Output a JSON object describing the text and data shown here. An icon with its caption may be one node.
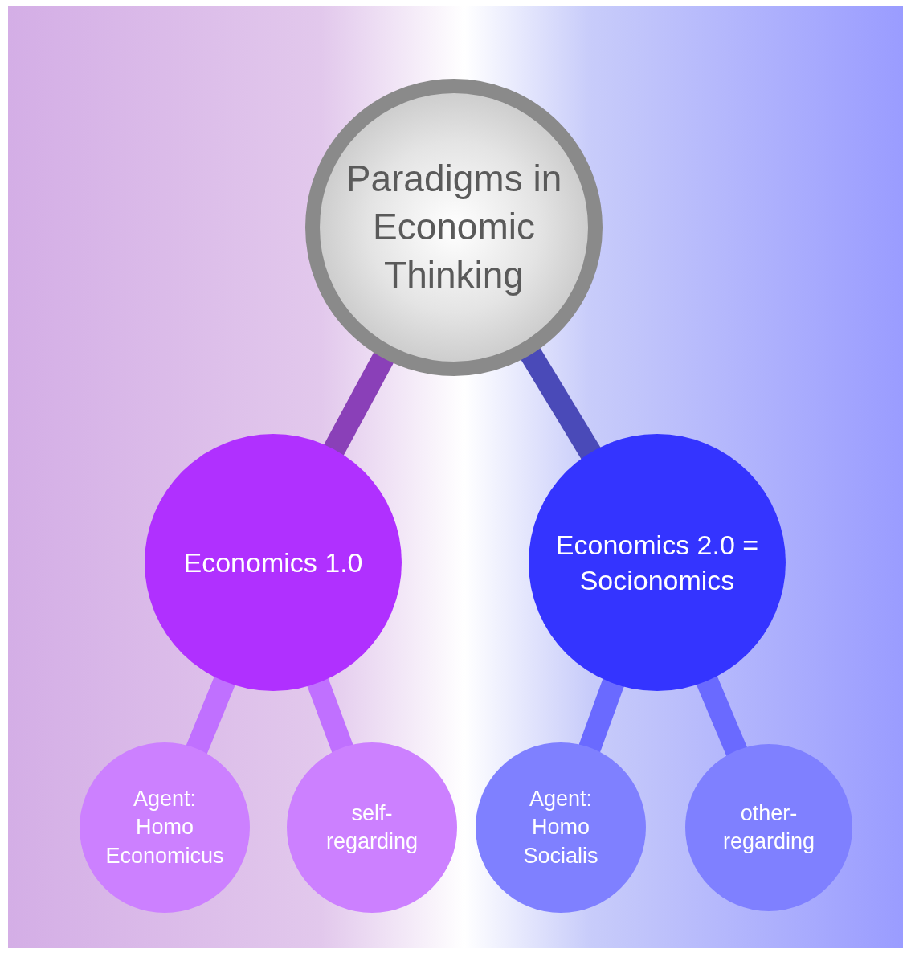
{
  "diagram": {
    "nodes": [
      {
        "text": [
          "Paradigms in Economic Thinking"
        ]
      },
      {
        "text": [
          "Economics 1.0"
        ]
      },
      {
        "text": [
          "Economics 2.0 = Socionomics"
        ]
      },
      {
        "text": [
          "Agent: Homo Economicus"
        ]
      },
      {
        "text": [
          "self-regarding"
        ]
      },
      {
        "text": [
          "Agent: Homo Socialis"
        ]
      },
      {
        "text": [
          "other-regarding"
        ]
      }
    ],
    "edges": [
      {
        "from": 0,
        "to": 1,
        "arrow": "none",
        "color": "#8a40b8"
      },
      {
        "from": 0,
        "to": 2,
        "arrow": "none",
        "color": "#4a4ab8"
      },
      {
        "from": 1,
        "to": 3,
        "arrow": "none",
        "color": "#c070ff"
      },
      {
        "from": 1,
        "to": 4,
        "arrow": "none",
        "color": "#c070ff"
      },
      {
        "from": 2,
        "to": 5,
        "arrow": "none",
        "color": "#6a6aff"
      },
      {
        "from": 2,
        "to": 6,
        "arrow": "none",
        "color": "#6a6aff"
      }
    ]
  }
}
